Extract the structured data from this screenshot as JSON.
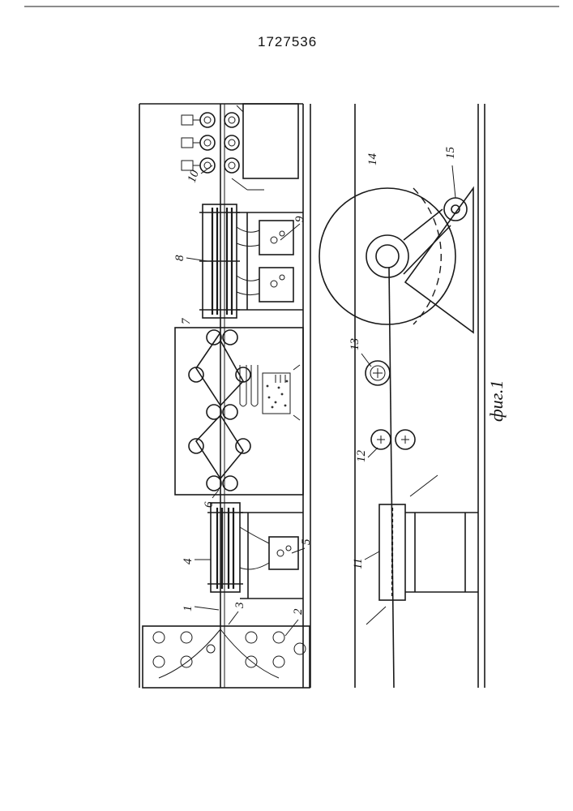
{
  "document": {
    "page_number": "1727536"
  },
  "figure": {
    "caption": "фиг.1",
    "labels": {
      "l1": "1",
      "l2": "2",
      "l3": "3",
      "l4": "4",
      "l5": "5",
      "l6": "6",
      "l7": "7",
      "l8": "8",
      "l9": "9",
      "l10": "10",
      "l11": "11",
      "l12": "12",
      "l13": "13",
      "l14": "14",
      "l15": "15"
    }
  }
}
